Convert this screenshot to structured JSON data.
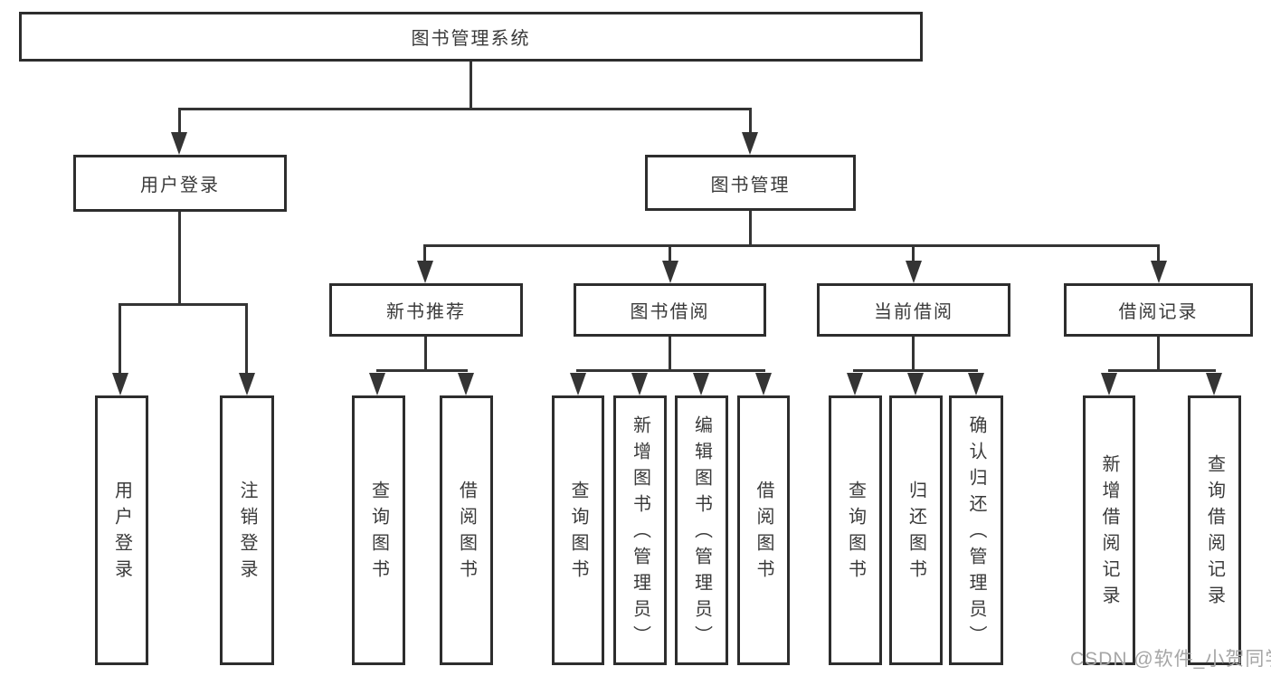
{
  "diagram": {
    "title": "图书管理系统",
    "nodes": {
      "root": "图书管理系统",
      "user_login": {
        "label": "用户登录",
        "children": [
          "用户登录",
          "注销登录"
        ]
      },
      "book_mgmt": {
        "label": "图书管理"
      },
      "new_books": {
        "label": "新书推荐",
        "children": [
          "查询图书",
          "借阅图书"
        ]
      },
      "book_borrow": {
        "label": "图书借阅",
        "children": [
          "查询图书",
          "新增图书（管理员）",
          "编辑图书（管理员）",
          "借阅图书"
        ]
      },
      "current_borrow": {
        "label": "当前借阅",
        "children": [
          "查询图书",
          "归还图书",
          "确认归还（管理员）"
        ]
      },
      "borrow_records": {
        "label": "借阅记录",
        "children": [
          "新增借阅记录",
          "查询借阅记录"
        ]
      }
    },
    "colors": {
      "line": "#343434",
      "box_border": "#2d2d2d",
      "box_fill": "#ffffff",
      "text": "#3a3a3a",
      "watermark": "#a6a6a6",
      "background": "#ffffff"
    }
  },
  "watermark": "CSDN @软件_小贺同学"
}
